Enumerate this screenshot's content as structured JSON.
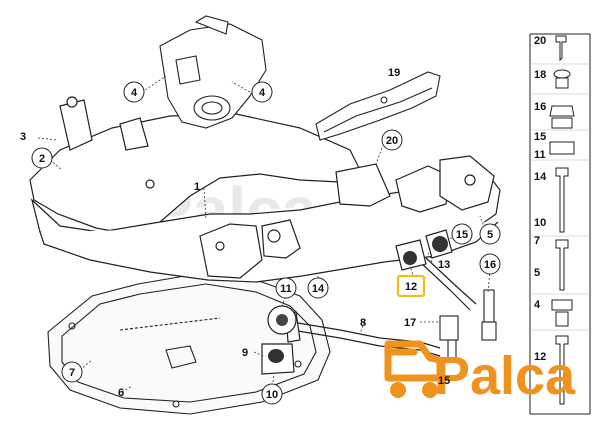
{
  "diagram": {
    "callouts": [
      {
        "id": "c4a",
        "label": "4"
      },
      {
        "id": "c4b",
        "label": "4"
      },
      {
        "id": "c2",
        "label": "2"
      },
      {
        "id": "c20",
        "label": "20"
      },
      {
        "id": "c15",
        "label": "15"
      },
      {
        "id": "c5",
        "label": "5"
      },
      {
        "id": "c16",
        "label": "16"
      },
      {
        "id": "c11",
        "label": "11"
      },
      {
        "id": "c14",
        "label": "14"
      },
      {
        "id": "c7",
        "label": "7"
      },
      {
        "id": "c10",
        "label": "10"
      }
    ],
    "highlighted_callout": "12",
    "plain_labels": [
      {
        "id": "p3",
        "label": "3"
      },
      {
        "id": "p19",
        "label": "19"
      },
      {
        "id": "p1",
        "label": "1"
      },
      {
        "id": "p13",
        "label": "13"
      },
      {
        "id": "p8",
        "label": "8"
      },
      {
        "id": "p17",
        "label": "17"
      },
      {
        "id": "p9",
        "label": "9"
      },
      {
        "id": "p6",
        "label": "6"
      },
      {
        "id": "p15b",
        "label": "15"
      }
    ],
    "fastener_column": [
      "20",
      "18",
      "16",
      "15",
      "11",
      "14",
      "10",
      "7",
      "5",
      "4",
      "12"
    ],
    "watermark": "Palca"
  },
  "logo": {
    "text": "Palca",
    "text_color": "#f0931e",
    "accent_color": "#f0931e"
  }
}
